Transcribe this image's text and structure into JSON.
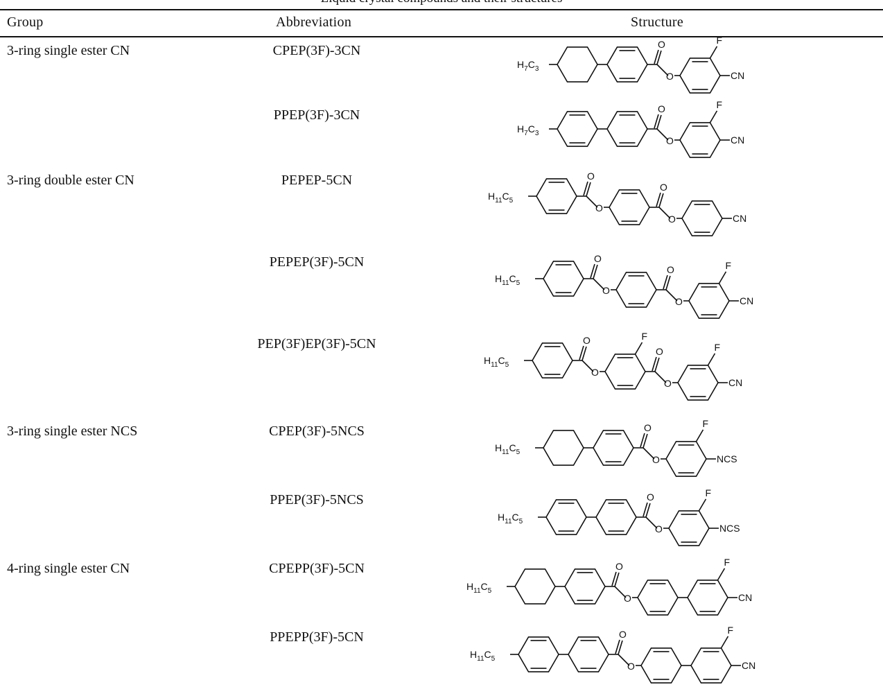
{
  "caption_fragment": "Liquid crystal compounds and their structures",
  "headers": {
    "group": "Group",
    "abbreviation": "Abbreviation",
    "structure": "Structure"
  },
  "groups": [
    {
      "label": "3-ring single ester CN"
    },
    {
      "label": "3-ring double ester CN"
    },
    {
      "label": "3-ring single ester NCS"
    },
    {
      "label": "4-ring single ester CN"
    }
  ],
  "rows": [
    {
      "abbreviation": "CPEP(3F)-3CN",
      "chain": "H7C3",
      "rings": [
        "cyclohexane",
        "benzene",
        "ester",
        "benzene-F"
      ],
      "terminal": "CN"
    },
    {
      "abbreviation": "PPEP(3F)-3CN",
      "chain": "H7C3",
      "rings": [
        "benzene",
        "benzene",
        "ester",
        "benzene-F"
      ],
      "terminal": "CN"
    },
    {
      "abbreviation": "PEPEP-5CN",
      "chain": "H11C5",
      "rings": [
        "benzene",
        "ester",
        "benzene",
        "ester",
        "benzene"
      ],
      "terminal": "CN"
    },
    {
      "abbreviation": "PEPEP(3F)-5CN",
      "chain": "H11C5",
      "rings": [
        "benzene",
        "ester",
        "benzene",
        "ester",
        "benzene-F"
      ],
      "terminal": "CN"
    },
    {
      "abbreviation": "PEP(3F)EP(3F)-5CN",
      "chain": "H11C5",
      "rings": [
        "benzene",
        "ester",
        "benzene-F",
        "ester",
        "benzene-F"
      ],
      "terminal": "CN"
    },
    {
      "abbreviation": "CPEP(3F)-5NCS",
      "chain": "H11C5",
      "rings": [
        "cyclohexane",
        "benzene",
        "ester",
        "benzene-F"
      ],
      "terminal": "NCS"
    },
    {
      "abbreviation": "PPEP(3F)-5NCS",
      "chain": "H11C5",
      "rings": [
        "benzene",
        "benzene",
        "ester",
        "benzene-F"
      ],
      "terminal": "NCS"
    },
    {
      "abbreviation": "CPEPP(3F)-5CN",
      "chain": "H11C5",
      "rings": [
        "cyclohexane",
        "benzene",
        "ester",
        "benzene",
        "benzene-F"
      ],
      "terminal": "CN"
    },
    {
      "abbreviation": "PPEPP(3F)-5CN",
      "chain": "H11C5",
      "rings": [
        "benzene",
        "benzene",
        "ester",
        "benzene",
        "benzene-F"
      ],
      "terminal": "CN"
    }
  ]
}
